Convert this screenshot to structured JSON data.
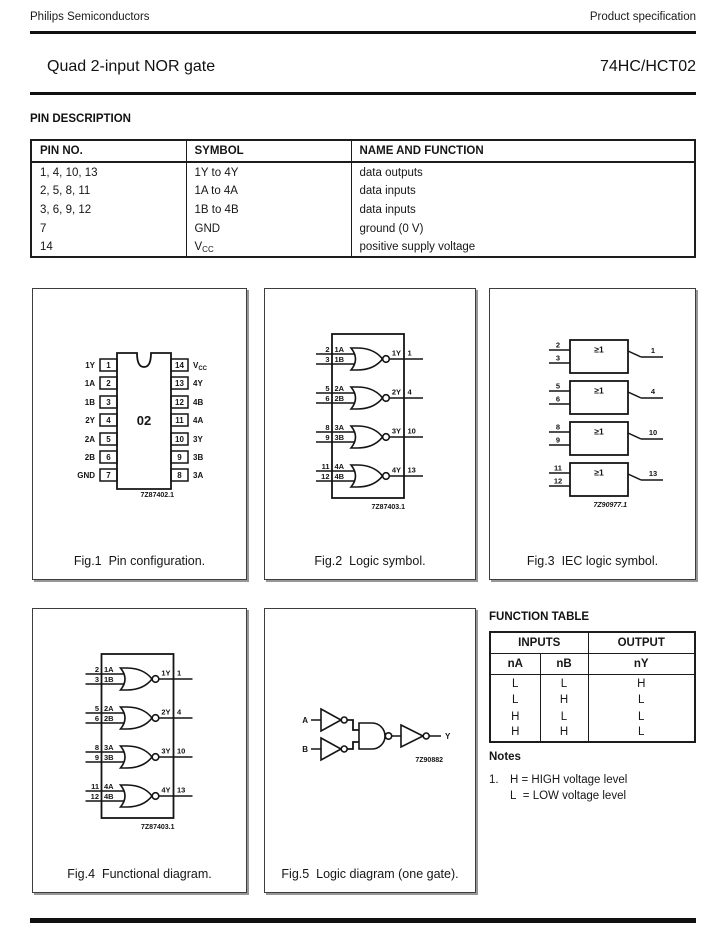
{
  "page": {
    "header_left": "Philips Semiconductors",
    "header_right": "Product specification",
    "title": "Quad 2-input NOR gate",
    "part_number": "74HC/HCT02"
  },
  "pin_description": {
    "heading": "PIN DESCRIPTION",
    "columns": [
      "PIN NO.",
      "SYMBOL",
      "NAME AND FUNCTION"
    ],
    "rows": [
      {
        "pin": "1, 4, 10, 13",
        "symbol": "1Y to 4Y",
        "function": "data outputs"
      },
      {
        "pin": "2, 5, 8, 11",
        "symbol": "1A to 4A",
        "function": "data inputs"
      },
      {
        "pin": "3, 6, 9, 12",
        "symbol": "1B to 4B",
        "function": "data inputs"
      },
      {
        "pin": "7",
        "symbol": "GND",
        "function": "ground (0 V)"
      },
      {
        "pin": "14",
        "symbol": "V",
        "symbol_sub": "CC",
        "function": "positive supply voltage"
      }
    ]
  },
  "fig1": {
    "caption": "Fig.1  Pin configuration.",
    "chip_label": "02",
    "code": "7Z87402.1",
    "left_pins": [
      {
        "label": "1Y",
        "num": "1"
      },
      {
        "label": "1A",
        "num": "2"
      },
      {
        "label": "1B",
        "num": "3"
      },
      {
        "label": "2Y",
        "num": "4"
      },
      {
        "label": "2A",
        "num": "5"
      },
      {
        "label": "2B",
        "num": "6"
      },
      {
        "label": "GND",
        "num": "7"
      }
    ],
    "right_pins": [
      {
        "num": "14",
        "label": "V",
        "label_sub": "CC"
      },
      {
        "num": "13",
        "label": "4Y"
      },
      {
        "num": "12",
        "label": "4B"
      },
      {
        "num": "11",
        "label": "4A"
      },
      {
        "num": "10",
        "label": "3Y"
      },
      {
        "num": "9",
        "label": "3B"
      },
      {
        "num": "8",
        "label": "3A"
      }
    ]
  },
  "fig2": {
    "caption": "Fig.2  Logic symbol.",
    "code": "7Z87403.1",
    "gates": [
      {
        "p1": "2",
        "n1": "1A",
        "p2": "3",
        "n2": "1B",
        "on": "1Y",
        "op": "1"
      },
      {
        "p1": "5",
        "n1": "2A",
        "p2": "6",
        "n2": "2B",
        "on": "2Y",
        "op": "4"
      },
      {
        "p1": "8",
        "n1": "3A",
        "p2": "9",
        "n2": "3B",
        "on": "3Y",
        "op": "10"
      },
      {
        "p1": "11",
        "n1": "4A",
        "p2": "12",
        "n2": "4B",
        "on": "4Y",
        "op": "13"
      }
    ]
  },
  "fig3": {
    "caption": "Fig.3  IEC logic symbol.",
    "code": "7Z90977.1",
    "symbol": "≥1",
    "gates": [
      {
        "i1": "2",
        "i2": "3",
        "o": "1"
      },
      {
        "i1": "5",
        "i2": "6",
        "o": "4"
      },
      {
        "i1": "8",
        "i2": "9",
        "o": "10"
      },
      {
        "i1": "11",
        "i2": "12",
        "o": "13"
      }
    ]
  },
  "fig4": {
    "caption": "Fig.4  Functional diagram.",
    "code": "7Z87403.1"
  },
  "fig5": {
    "caption": "Fig.5  Logic diagram (one gate).",
    "code": "7Z90882",
    "input_a": "A",
    "input_b": "B",
    "output": "Y"
  },
  "function_table": {
    "heading": "FUNCTION TABLE",
    "group_headers": [
      "INPUTS",
      "OUTPUT"
    ],
    "columns": [
      "nA",
      "nB",
      "nY"
    ],
    "rows": [
      [
        "L",
        "L",
        "H"
      ],
      [
        "L",
        "H",
        "L"
      ],
      [
        "H",
        "L",
        "L"
      ],
      [
        "H",
        "H",
        "L"
      ]
    ]
  },
  "notes": {
    "heading": "Notes",
    "item_number": "1.",
    "line1": "H = HIGH voltage level",
    "line2": "L  = LOW voltage level"
  }
}
